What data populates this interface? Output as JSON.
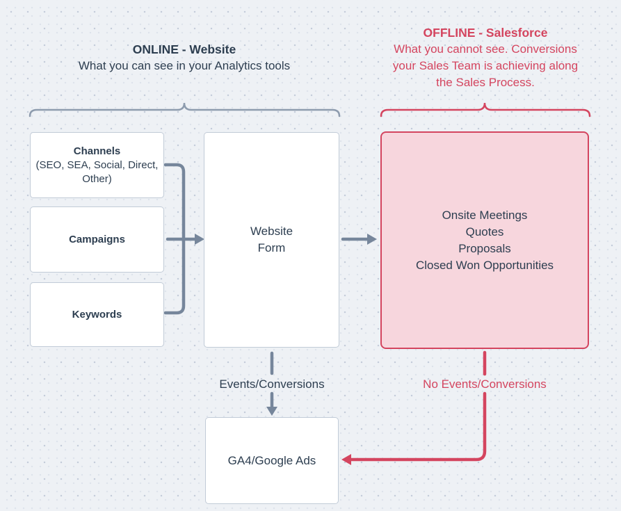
{
  "colors": {
    "background": "#eef1f5",
    "dot_dark": "#c4ccda",
    "dot_light": "#dde2eb",
    "slate_text": "#2d3e50",
    "accent_red": "#d4455f",
    "pink_fill": "#f7d6dd",
    "connector_gray": "#76869b",
    "brace_gray": "#8e9cae",
    "box_border": "#c1cbd7",
    "box_background": "#ffffff"
  },
  "online": {
    "title": "ONLINE - Website",
    "subtitle": "What you can see in your Analytics tools",
    "channels_box": {
      "title": "Channels",
      "detail": "(SEO, SEA, Social, Direct, Other)"
    },
    "campaigns_box": {
      "title": "Campaigns"
    },
    "keywords_box": {
      "title": "Keywords"
    },
    "form_box": {
      "lines": [
        "Website",
        "Form"
      ]
    },
    "events_label": "Events/Conversions",
    "analytics_box": {
      "label": "GA4/Google Ads"
    }
  },
  "offline": {
    "title": "OFFLINE - Salesforce",
    "subtitle_lines": [
      "What you cannot see. Conversions",
      "your Sales Team is achieving along",
      "the Sales Process."
    ],
    "salesforce_box": {
      "lines": [
        "Onsite Meetings",
        "Quotes",
        "Proposals",
        "Closed Won Opportunities"
      ]
    },
    "no_events_label": "No Events/Conversions"
  }
}
